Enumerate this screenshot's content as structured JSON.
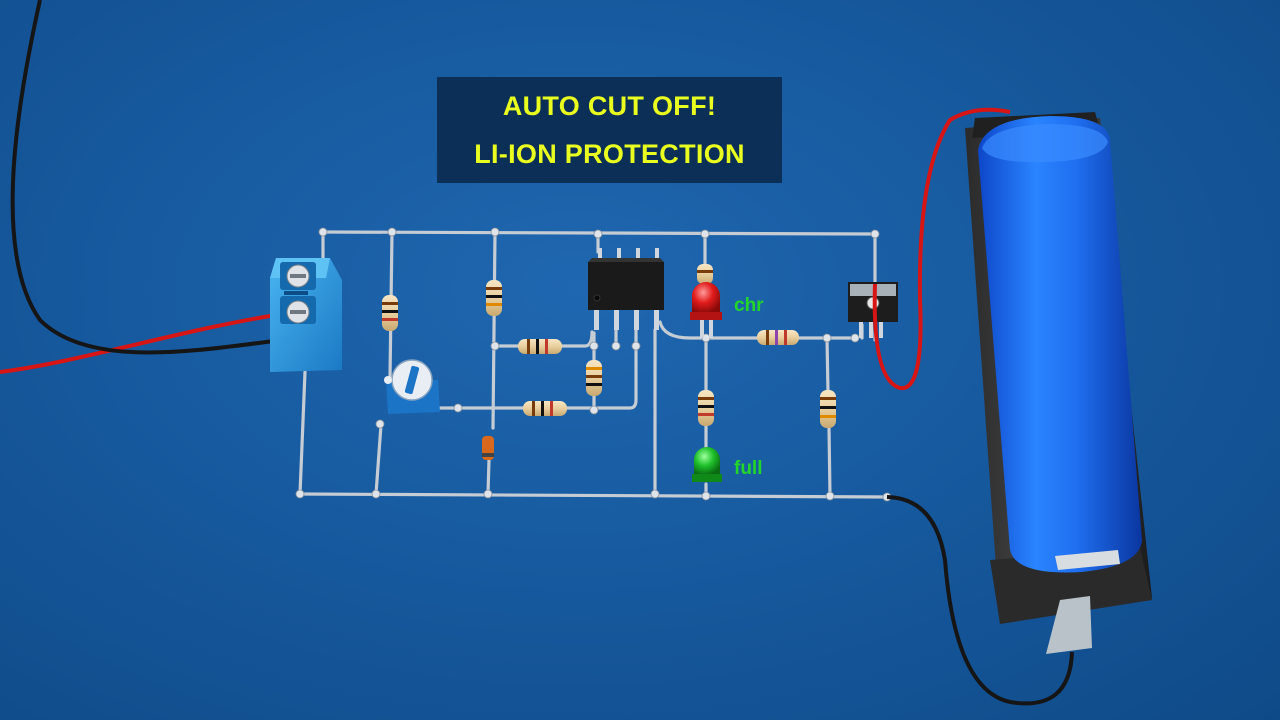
{
  "title": {
    "line1": "AUTO CUT OFF!",
    "line2": "LI-ION PROTECTION"
  },
  "labels": {
    "led_red": "chr",
    "led_green": "full"
  },
  "colors": {
    "background": "#175a9f",
    "title_background": "#0c2f57",
    "title_text": "#eaff1f",
    "label_text": "#23d62a",
    "battery": "#1a73e8",
    "terminal_block": "#2e9be0",
    "wire_positive": "#e01818",
    "wire_negative": "#1a1a1a"
  },
  "components": {
    "ic": "8-pin-dip-ic",
    "transistor": "to220-mosfet",
    "trimmer": "trimmer-potentiometer",
    "diode": "diode",
    "led_red": "red-led",
    "led_green": "green-led",
    "battery": "18650-li-ion-cell",
    "holder": "battery-holder",
    "terminal": "2-pin-screw-terminal"
  }
}
